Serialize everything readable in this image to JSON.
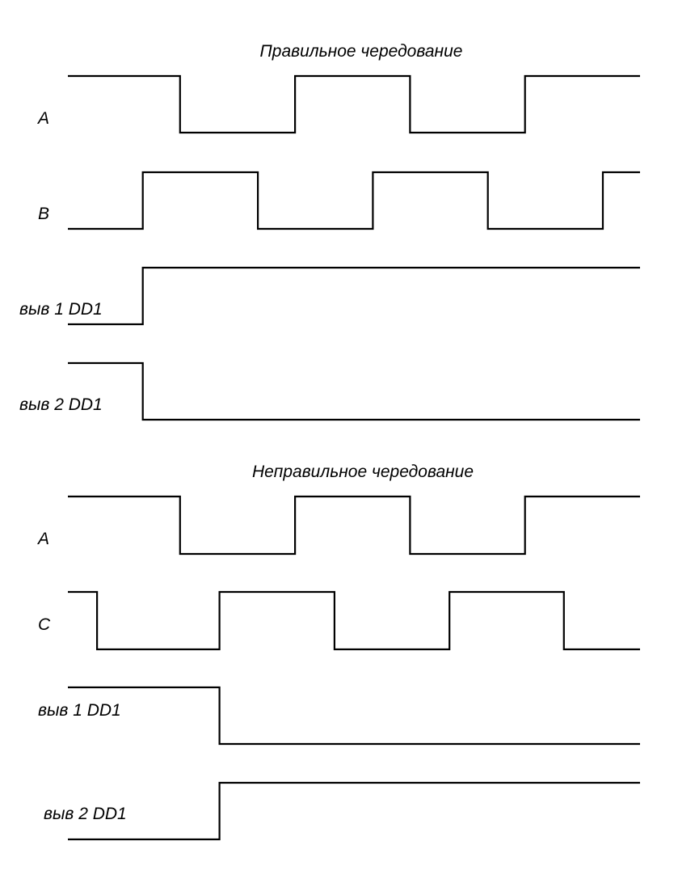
{
  "colors": {
    "background": "#ffffff",
    "line": "#000000"
  },
  "sections": [
    {
      "title": "Правильное чередование",
      "signals": [
        {
          "label": "A",
          "start_level": 1,
          "transitions": [
            0.196,
            0.397,
            0.598,
            0.799
          ]
        },
        {
          "label": "B",
          "start_level": 0,
          "transitions": [
            0.131,
            0.332,
            0.533,
            0.734,
            0.935
          ]
        },
        {
          "label": "выв 1 DD1",
          "start_level": 0,
          "transitions": [
            0.131
          ]
        },
        {
          "label": "выв 2 DD1",
          "start_level": 1,
          "transitions": [
            0.131
          ]
        }
      ]
    },
    {
      "title": "Неправильное чередование",
      "signals": [
        {
          "label": "A",
          "start_level": 1,
          "transitions": [
            0.196,
            0.397,
            0.598,
            0.799
          ]
        },
        {
          "label": "C",
          "start_level": 1,
          "transitions": [
            0.051,
            0.265,
            0.466,
            0.667,
            0.867
          ]
        },
        {
          "label": "выв 1 DD1",
          "start_level": 1,
          "transitions": [
            0.265
          ]
        },
        {
          "label": "выв 2 DD1",
          "start_level": 0,
          "transitions": [
            0.265
          ]
        }
      ]
    }
  ]
}
